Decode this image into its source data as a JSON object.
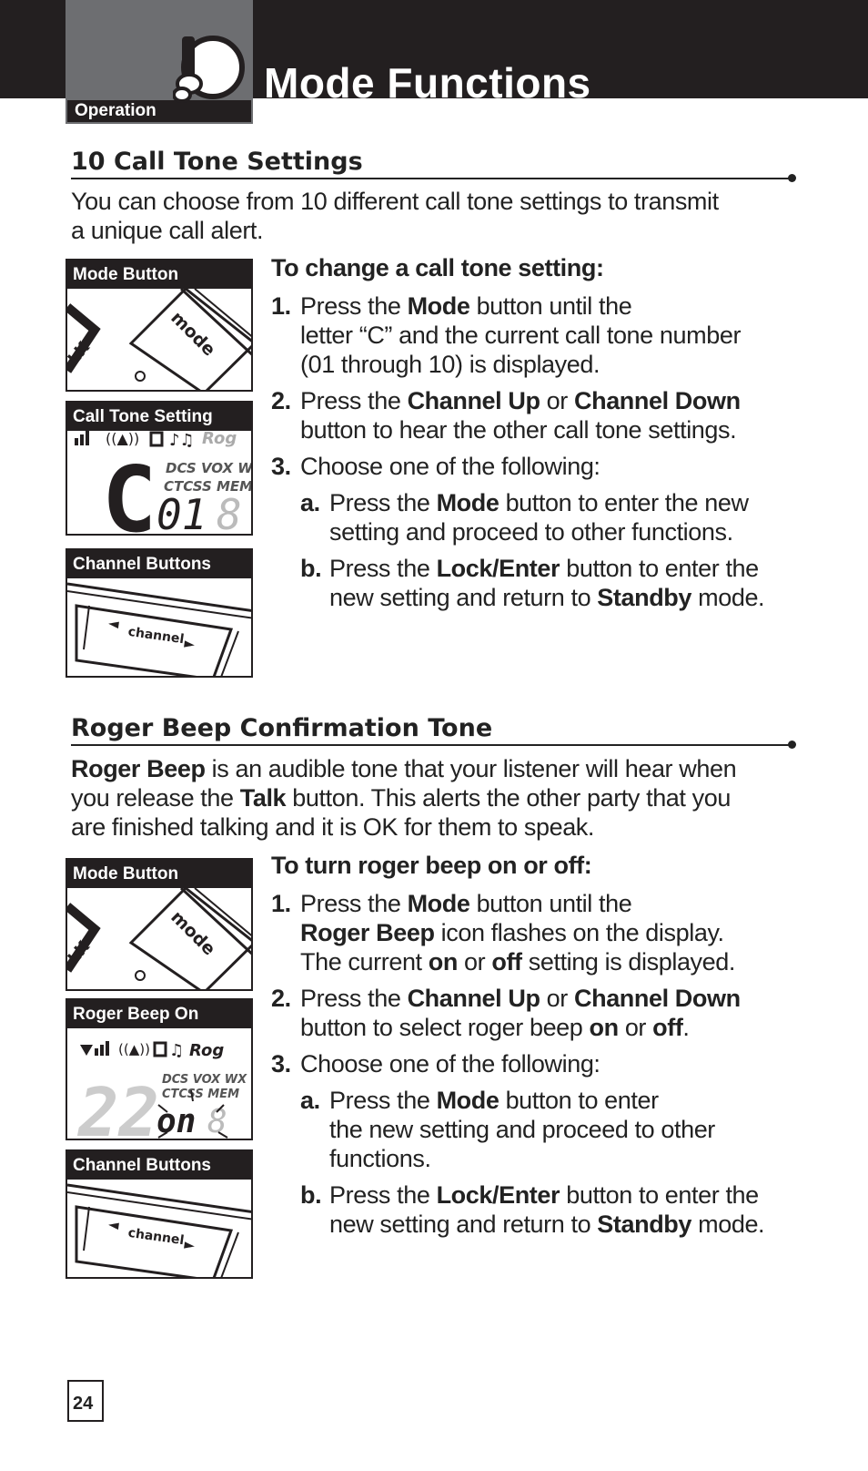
{
  "header": {
    "tab_label": "Operation",
    "title": "Mode Functions"
  },
  "section1": {
    "heading": "10 Call Tone Settings",
    "intro_lines": [
      "You can choose from 10 different call tone settings to transmit",
      "a unique call alert."
    ],
    "panels": [
      {
        "label": "Mode Button",
        "key_text": "mode"
      },
      {
        "label": "Call Tone Setting",
        "lcd_left": "DCS VOX WX",
        "lcd_left2": "CTCSS  MEM",
        "lcd_big": "C",
        "lcd_digits": "01",
        "lcd_ghost": "8",
        "lcd_rog": "Rog"
      },
      {
        "label": "Channel Buttons",
        "key_text": "channel"
      }
    ],
    "procedure_title": "To change a call tone setting:",
    "step1": {
      "n": "1.",
      "a": "Press the ",
      "b1": "Mode",
      "c": " button until the",
      "line2": "letter “C” and the current call tone number",
      "line3": "(01 through 10) is displayed."
    },
    "step2": {
      "n": "2.",
      "a": "Press the ",
      "b1": "Channel Up",
      "c": " or ",
      "b2": "Channel Down",
      "line2": "button to hear the other call tone settings."
    },
    "step3": {
      "n": "3.",
      "text": "Choose one of the following:"
    },
    "step3a": {
      "n": "a.",
      "a": "Press the ",
      "b1": "Mode",
      "c": " button to enter the new",
      "line2": "setting and proceed to other functions."
    },
    "step3b": {
      "n": "b.",
      "a": "Press the ",
      "b1": "Lock/Enter",
      "c": " button to enter the",
      "line2a": "new setting and return to ",
      "b2": "Standby",
      "line2c": " mode."
    }
  },
  "section2": {
    "heading": "Roger Beep Confirmation Tone",
    "intro1": {
      "b": "Roger Beep",
      "rest": " is an audible tone that your listener will hear when"
    },
    "intro2": {
      "a": "you release the ",
      "b": "Talk",
      "rest": " button. This alerts the other party that you"
    },
    "intro3": "are finished talking and it is OK for them to speak.",
    "panels": [
      {
        "label": "Mode Button",
        "key_text": "mode"
      },
      {
        "label": "Roger Beep On",
        "lcd_left": "DCS VOX WX",
        "lcd_left2": "CTCSS  MEM",
        "lcd_big": "22",
        "lcd_on": "on",
        "lcd_ghost": "8",
        "lcd_rog": "Rog"
      },
      {
        "label": "Channel Buttons",
        "key_text": "channel"
      }
    ],
    "procedure_title": "To turn roger beep on or off:",
    "step1": {
      "n": "1.",
      "a": "Press the ",
      "b1": "Mode",
      "c": " button until the",
      "l2b": "Roger Beep",
      "l2c": " icon flashes on the display.",
      "l3a": "The current ",
      "l3b1": "on",
      "l3c": " or ",
      "l3b2": "off",
      "l3d": " setting is displayed."
    },
    "step2": {
      "n": "2.",
      "a": "Press the ",
      "b1": "Channel Up",
      "c": " or ",
      "b2": "Channel Down",
      "l2a": "button to select roger beep ",
      "l2b1": "on",
      "l2c": " or ",
      "l2b2": "off",
      "l2d": "."
    },
    "step3": {
      "n": "3.",
      "text": "Choose one of the following:"
    },
    "step3a": {
      "n": "a.",
      "a": "Press the ",
      "b1": "Mode",
      "c": " button to enter",
      "line2": "the new setting and proceed to other",
      "line3": "functions."
    },
    "step3b": {
      "n": "b.",
      "a": "Press the ",
      "b1": "Lock/Enter",
      "c": " button to enter the",
      "line2a": "new setting and return to ",
      "b2": "Standby",
      "line2c": " mode."
    }
  },
  "footer": {
    "page_number": "24"
  }
}
